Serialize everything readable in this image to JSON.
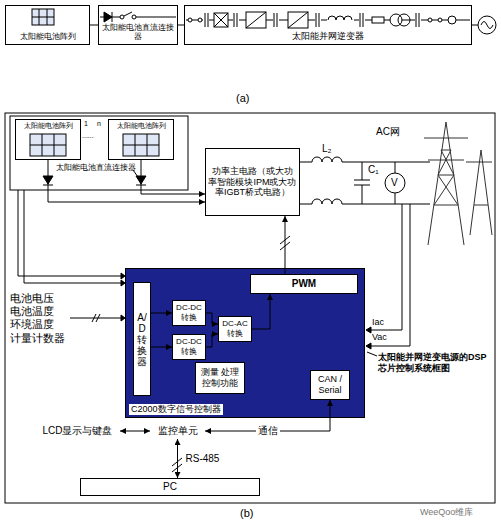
{
  "diagram": {
    "nodes": [
      {
        "text": [
          "太阳能电池阵列"
        ]
      },
      {
        "text": [
          "太阳能电池直流连接器"
        ]
      },
      {
        "text": [
          "太阳能并网逆变器"
        ]
      },
      {
        "text": [
          "太阳能电池阵列"
        ]
      },
      {
        "text": [
          "太阳能电池阵列"
        ]
      },
      {
        "text": [
          "功率主电路（或大功率智能模块IPM或大功率IGBT桥式电路）"
        ]
      },
      {
        "text": [
          "C2000数字信号控制器"
        ]
      },
      {
        "text": [
          "A/D转换器"
        ],
        "in": 6
      },
      {
        "text": [
          "DC-DC转换"
        ],
        "in": 6
      },
      {
        "text": [
          "DC-DC转换"
        ],
        "in": 6
      },
      {
        "text": [
          "DC-AC转换"
        ],
        "in": 6
      },
      {
        "text": [
          "PWM"
        ],
        "in": 6
      },
      {
        "text": [
          "测量 处理 控制功能"
        ],
        "in": 6
      },
      {
        "text": [
          "CAN / Serial"
        ],
        "in": 6
      },
      {
        "text": [
          "LCD显示与键盘"
        ]
      },
      {
        "text": [
          "监控单元"
        ]
      },
      {
        "text": [
          "PC"
        ]
      }
    ],
    "edges": [
      {
        "from": 0,
        "to": 1,
        "arrow": "none"
      },
      {
        "from": 1,
        "to": 2,
        "arrow": "none"
      },
      {
        "from": 3,
        "to": 5,
        "arrow": "to"
      },
      {
        "from": 4,
        "to": 5,
        "arrow": "to"
      },
      {
        "from": 7,
        "to": 8,
        "arrow": "to"
      },
      {
        "from": 7,
        "to": 9,
        "arrow": "to"
      },
      {
        "from": 8,
        "to": 10,
        "arrow": "to"
      },
      {
        "from": 9,
        "to": 10,
        "arrow": "to"
      },
      {
        "from": 10,
        "to": 11,
        "arrow": "to"
      },
      {
        "from": 11,
        "to": 5,
        "arrow": "to"
      },
      {
        "from": 13,
        "to": 15,
        "label": "通信",
        "arrow": "both"
      },
      {
        "from": 14,
        "to": 15,
        "arrow": "both"
      },
      {
        "from": 15,
        "to": 16,
        "label": "RS-485",
        "arrow": "both"
      }
    ],
    "labels": [
      "(a)",
      "1",
      "......",
      "n",
      "太阳能电池直流连接器",
      "L₂",
      "C₁",
      "V",
      "AC网",
      "Iac",
      "Vac",
      "电池电压 电池温度 环境温度 计量计数器",
      "太阳能并网逆变电源的DSP芯片控制系统框图",
      "(b)",
      "WeeQoo维库"
    ]
  }
}
